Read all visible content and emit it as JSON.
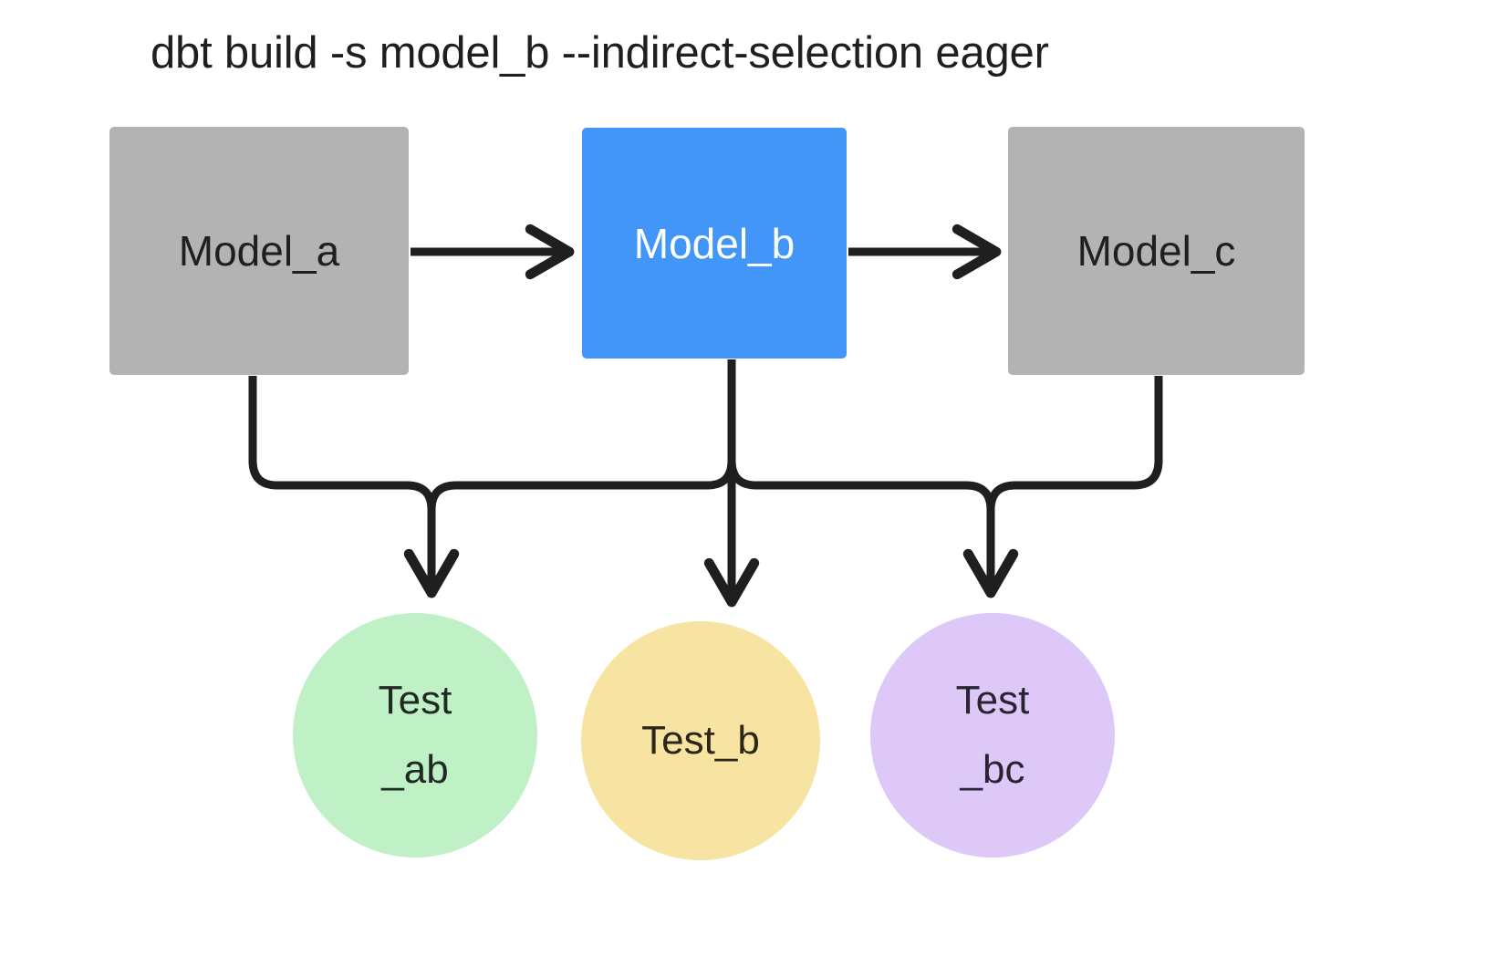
{
  "diagram": {
    "title": "dbt build -s model_b --indirect-selection eager",
    "background": "#ffffff",
    "edge_color": "#1f1f1f",
    "models": [
      {
        "id": "model-a",
        "label": "Model_a",
        "shape": "rectangle",
        "fill": "#b3b3b3",
        "text_color": "#1f1f1f",
        "selected": false
      },
      {
        "id": "model-b",
        "label": "Model_b",
        "shape": "rectangle",
        "fill": "#4296f7",
        "text_color": "#ffffff",
        "selected": true
      },
      {
        "id": "model-c",
        "label": "Model_c",
        "shape": "rectangle",
        "fill": "#b3b3b3",
        "text_color": "#1f1f1f",
        "selected": false
      }
    ],
    "tests": [
      {
        "id": "test-ab",
        "label": "Test\n_ab",
        "shape": "circle",
        "fill": "#bff0c6",
        "text_color": "#1f2b22"
      },
      {
        "id": "test-b",
        "label": "Test_b",
        "shape": "circle",
        "fill": "#f8e4a2",
        "text_color": "#2b2618"
      },
      {
        "id": "test-bc",
        "label": "Test\n_bc",
        "shape": "circle",
        "fill": "#dec8f7",
        "text_color": "#2a2333"
      }
    ],
    "edges": [
      {
        "id": "edge-model-a-to-model-b",
        "from": "model-a",
        "to": "model-b",
        "style": "straight-arrow"
      },
      {
        "id": "edge-model-b-to-model-c",
        "from": "model-b",
        "to": "model-c",
        "style": "straight-arrow"
      },
      {
        "id": "edge-model-a-to-test-ab",
        "from": "model-a",
        "to": "test-ab",
        "style": "elbow-arrow"
      },
      {
        "id": "edge-model-b-to-test-ab",
        "from": "model-b",
        "to": "test-ab",
        "style": "elbow-arrow"
      },
      {
        "id": "edge-model-b-to-test-b",
        "from": "model-b",
        "to": "test-b",
        "style": "straight-arrow"
      },
      {
        "id": "edge-model-b-to-test-bc",
        "from": "model-b",
        "to": "test-bc",
        "style": "elbow-arrow"
      },
      {
        "id": "edge-model-c-to-test-bc",
        "from": "model-c",
        "to": "test-bc",
        "style": "elbow-arrow"
      }
    ]
  }
}
